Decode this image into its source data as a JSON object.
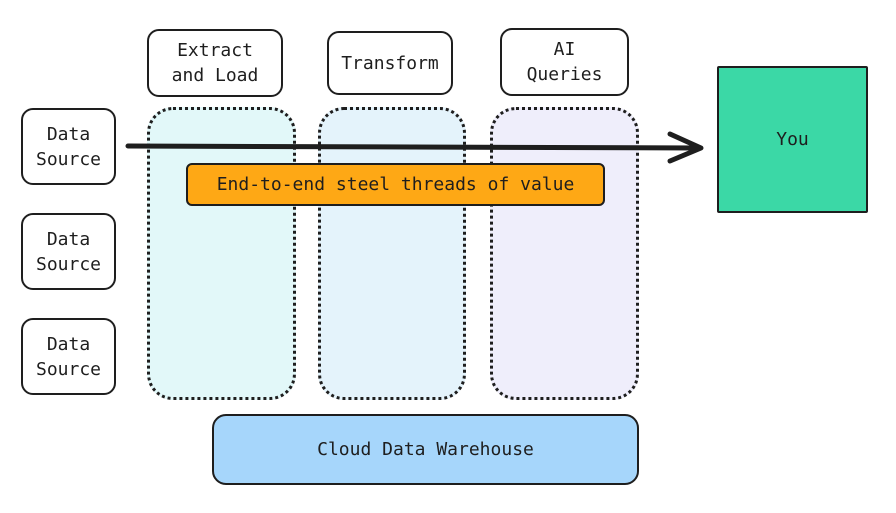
{
  "stages": {
    "extract_load": "Extract\nand Load",
    "transform": "Transform",
    "ai_queries": "AI\nQueries"
  },
  "sources": [
    "Data\nSource",
    "Data\nSource",
    "Data\nSource"
  ],
  "target": "You",
  "threads_label": "End-to-end steel threads of value",
  "warehouse": "Cloud Data Warehouse",
  "colors": {
    "lane_extract": "#e2f8f9",
    "lane_transform": "#e4f3fb",
    "lane_ai": "#efeefb",
    "you": "#3bd8a6",
    "threads": "#fea815",
    "warehouse": "#a6d6fb",
    "stroke": "#1e1e1e"
  }
}
